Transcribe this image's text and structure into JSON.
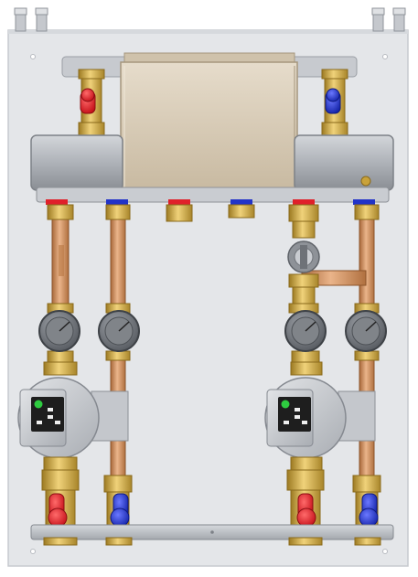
{
  "image": {
    "subject": "heating-distribution-module",
    "colors": {
      "background": "#ffffff",
      "panel": "#e3e5e8",
      "panel_edge": "#c9ccd1",
      "manifold": "#b9bcc2",
      "manifold_dark": "#8e9298",
      "box": "#d9cbb6",
      "box_dark": "#b8a88f",
      "brass": "#c9a23a",
      "brass_light": "#e8c865",
      "copper": "#c98b55",
      "copper_light": "#e2aa78",
      "hot": "#e0202a",
      "cold": "#2233c8",
      "pump_body": "#c4c7cc",
      "gauge": "#6e7278",
      "display": "#222222",
      "led": "#2ecc40",
      "fitting": "#b8bcc2"
    },
    "components": [
      {
        "name": "top-left-connectors",
        "type": "pipe-stub-pair"
      },
      {
        "name": "top-right-connectors",
        "type": "pipe-stub-pair"
      },
      {
        "name": "hydraulic-separator-box",
        "type": "tank"
      },
      {
        "name": "distribution-manifold",
        "type": "manifold"
      },
      {
        "name": "supply-ball-valve-top",
        "type": "ball-valve",
        "handle": "red"
      },
      {
        "name": "return-ball-valve-top",
        "type": "ball-valve",
        "handle": "blue"
      },
      {
        "name": "mixing-valve",
        "type": "motorised-mixing-valve"
      },
      {
        "name": "thermometer-1",
        "type": "dial-gauge"
      },
      {
        "name": "thermometer-2",
        "type": "dial-gauge"
      },
      {
        "name": "thermometer-3",
        "type": "dial-gauge"
      },
      {
        "name": "thermometer-4",
        "type": "dial-gauge"
      },
      {
        "name": "circulation-pump-left",
        "type": "pump"
      },
      {
        "name": "circulation-pump-right",
        "type": "pump"
      },
      {
        "name": "bottom-ball-valve-1",
        "type": "ball-valve",
        "handle": "red"
      },
      {
        "name": "bottom-ball-valve-2",
        "type": "ball-valve",
        "handle": "blue"
      },
      {
        "name": "bottom-ball-valve-3",
        "type": "ball-valve",
        "handle": "red"
      },
      {
        "name": "bottom-ball-valve-4",
        "type": "ball-valve",
        "handle": "blue"
      },
      {
        "name": "bottom-rail",
        "type": "support-bracket"
      }
    ]
  }
}
